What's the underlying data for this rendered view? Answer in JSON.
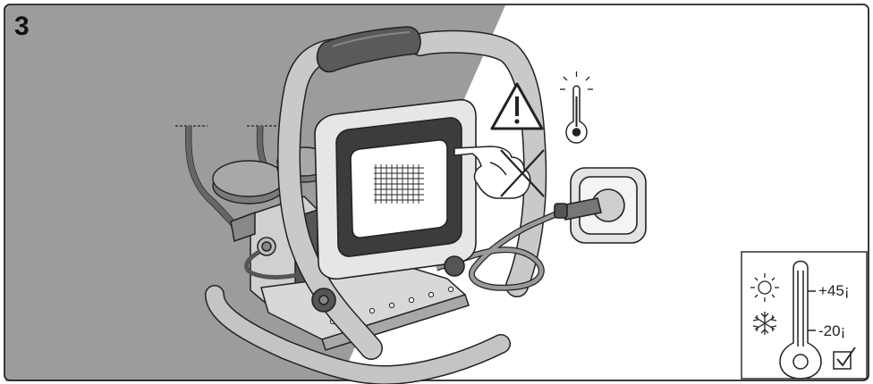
{
  "step": {
    "number": "3"
  },
  "temperature_box": {
    "max_label": "+45¡",
    "min_label": "-20¡"
  },
  "icons": {
    "warning": "warning-triangle-icon",
    "hot_thermometer": "hot-thermometer-icon",
    "no_touch": "no-touch-hand-icon",
    "sun": "sun-icon",
    "snowflake": "snowflake-icon",
    "thermometer": "thermometer-icon",
    "checkbox": "checked-box-icon",
    "socket": "wall-socket-icon"
  },
  "colors": {
    "shade_background": "#9c9c9c",
    "frame": "#b9b9b9",
    "dark_parts": "#555555",
    "outline": "#222222",
    "lamp_housing": "#e6e6e6"
  }
}
